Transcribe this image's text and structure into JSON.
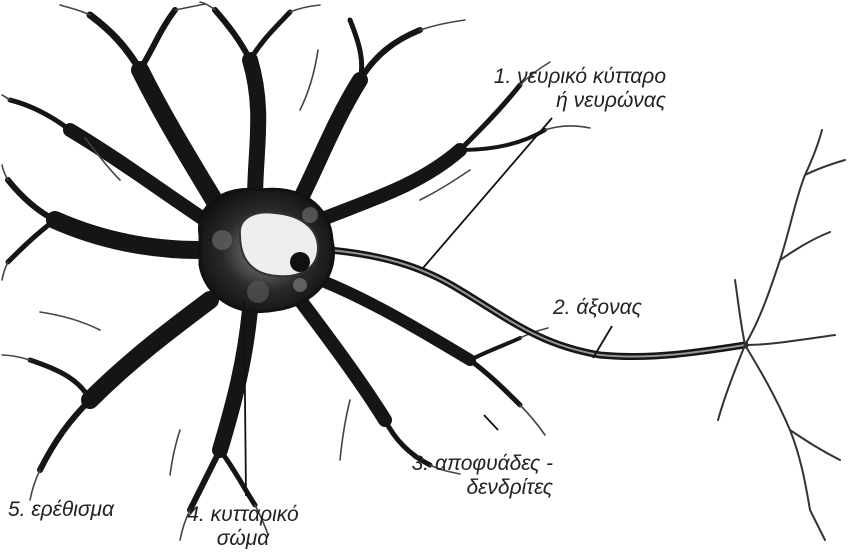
{
  "labels": {
    "neuron": {
      "line1": "1. νευρικό κύτταρο",
      "line2": "ή νευρώνας"
    },
    "axon": "2. άξονας",
    "dendrites": {
      "line1": "3. αποφυάδες -",
      "line2": "δενδρίτες"
    },
    "cell_body": {
      "line1": "4. κυτταρικό",
      "line2": "σώμα"
    },
    "stimulus": "5. ερέθισμα"
  },
  "colors": {
    "ink": "#111111",
    "label_text": "#222222",
    "leader_line": "#111111",
    "soma_fill": "#c9c9c9",
    "nucleus_fill": "#eeeeee"
  }
}
